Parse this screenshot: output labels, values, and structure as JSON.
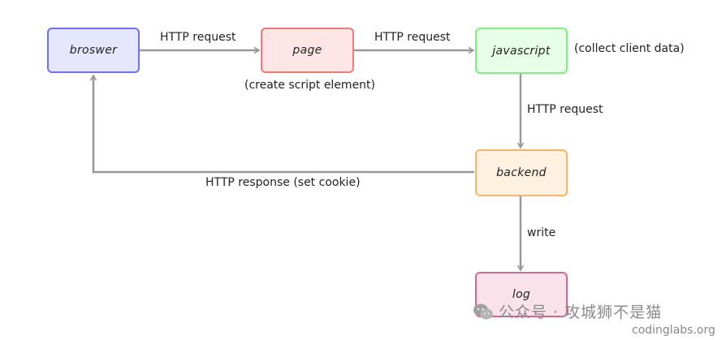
{
  "nodes": {
    "browser": {
      "label": "broswer",
      "fill": "#e6e6ff",
      "stroke": "#7070ee"
    },
    "page": {
      "label": "page",
      "fill": "#ffe6e6",
      "stroke": "#ee7a7a"
    },
    "javascript": {
      "label": "javascript",
      "fill": "#e6ffe6",
      "stroke": "#80ee80"
    },
    "backend": {
      "label": "backend",
      "fill": "#fff1e0",
      "stroke": "#f4b66a"
    },
    "log": {
      "label": "log",
      "fill": "#f9e2ea",
      "stroke": "#d06a8c"
    }
  },
  "edges": {
    "browser_to_page": "HTTP request",
    "page_to_javascript": "HTTP request",
    "javascript_to_backend": "HTTP request",
    "backend_to_browser": "HTTP response (set cookie)",
    "backend_to_log": "write"
  },
  "annotations": {
    "page_note": "(create script element)",
    "javascript_note": "(collect client data)"
  },
  "watermark": {
    "account": "公众号 · 攻城狮不是猫",
    "site": "codinglabs.org"
  },
  "colors": {
    "edge": "#999999"
  }
}
